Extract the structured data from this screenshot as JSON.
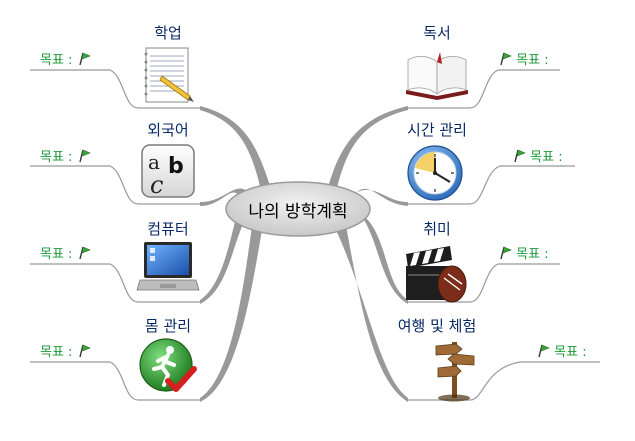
{
  "center": "나의 방학계획",
  "goal_label": "목표 :",
  "colors": {
    "branch": "#999999",
    "goal_text": "#1c9a3a",
    "topic_text": "#0a2a66",
    "center_fill": "#d9d9d9"
  },
  "topics": {
    "study": {
      "label": "학업",
      "icon": "notepad-pencil-icon"
    },
    "language": {
      "label": "외국어",
      "icon": "abc-letters-icon"
    },
    "computer": {
      "label": "컴퓨터",
      "icon": "laptop-icon"
    },
    "health": {
      "label": "몸 관리",
      "icon": "running-man-check-icon"
    },
    "reading": {
      "label": "독서",
      "icon": "open-book-icon"
    },
    "time": {
      "label": "시간 관리",
      "icon": "clock-icon"
    },
    "hobby": {
      "label": "취미",
      "icon": "clapperboard-ball-icon"
    },
    "travel": {
      "label": "여행 및 체험",
      "icon": "signpost-icon"
    }
  }
}
